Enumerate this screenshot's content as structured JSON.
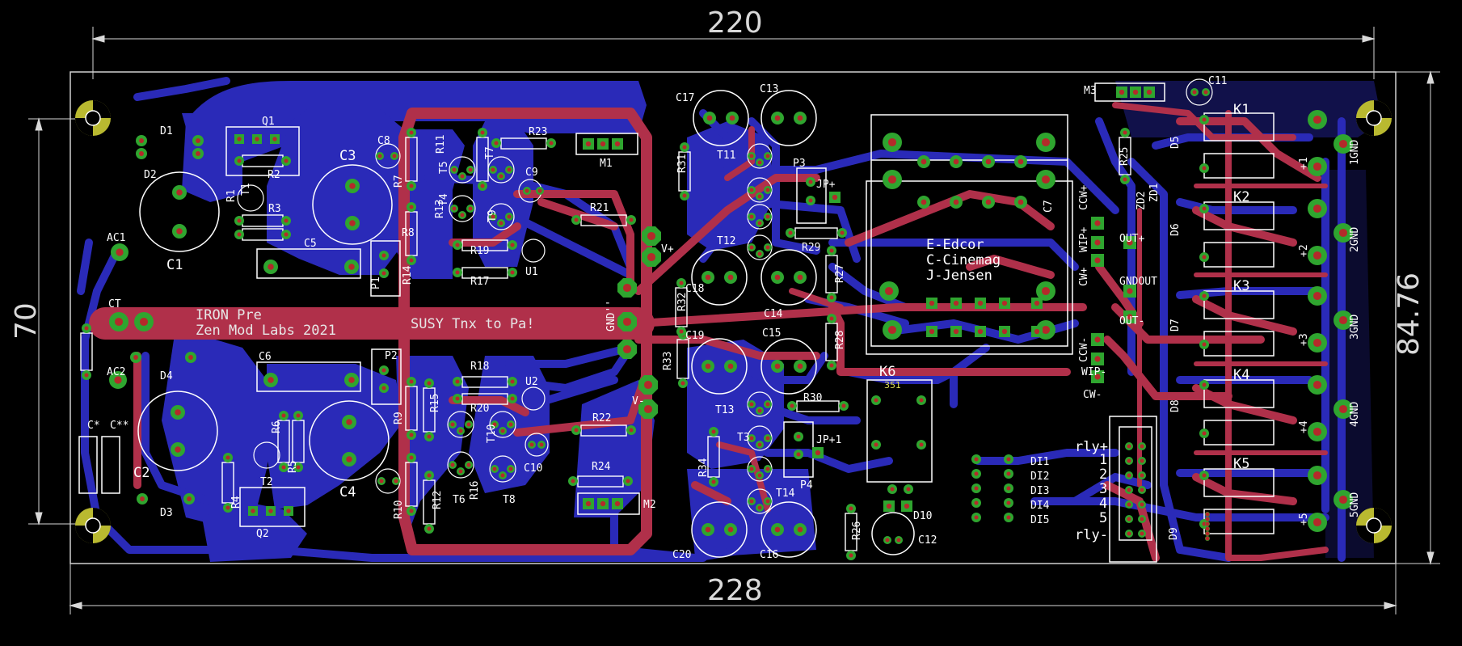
{
  "view": "EAGLE PCB board layout",
  "colors": {
    "background": "#000000",
    "bottom_copper": "#2a2ab8",
    "top_copper": "#b0304a",
    "pad": "#2fa52f",
    "drill": "#b42a2a",
    "silkscreen": "#ffffff",
    "dimension": "#d9d9d9",
    "mounting_hole": "#b9b930"
  },
  "dimensions": {
    "top": "220",
    "bottom": "228",
    "left": "70",
    "right": "84.76"
  },
  "board_text": {
    "title": "IRON Pre",
    "maker": "Zen Mod Labs 2021",
    "thanks": "SUSY Tnx to Pa!",
    "transformers": [
      "E-Edcor",
      "C-Cinemag",
      "J-Jensen"
    ],
    "k6_mark": "351"
  },
  "parts": {
    "capacitors": [
      "C1",
      "C2",
      "C3",
      "C4",
      "C5",
      "C6",
      "C7",
      "C8",
      "C9",
      "C10",
      "C11",
      "C12",
      "C13",
      "C14",
      "C15",
      "C16",
      "C17",
      "C18",
      "C19",
      "C20",
      "C*",
      "C**"
    ],
    "resistors": [
      "R1",
      "R2",
      "R3",
      "R4",
      "R5",
      "R6",
      "R7",
      "R8",
      "R9",
      "R10",
      "R11",
      "R12",
      "R13",
      "R14",
      "R15",
      "R16",
      "R17",
      "R18",
      "R19",
      "R20",
      "R21",
      "R22",
      "R23",
      "R24",
      "R25",
      "R26",
      "R27",
      "R28",
      "R29",
      "R30",
      "R31",
      "R32",
      "R33",
      "R34"
    ],
    "diodes": [
      "D1",
      "D2",
      "D3",
      "D4",
      "D5",
      "D6",
      "D7",
      "D8",
      "D9",
      "D10",
      "DI1",
      "DI2",
      "DI3",
      "DI4",
      "DI5"
    ],
    "relays": [
      "K1",
      "K2",
      "K3",
      "K4",
      "K5",
      "K6"
    ],
    "transistors": [
      "T1",
      "T2",
      "T3",
      "T4",
      "T5",
      "T6",
      "T7",
      "T8",
      "T9",
      "T10",
      "T11",
      "T12",
      "T13",
      "T14"
    ],
    "misc": [
      "Q1",
      "Q2",
      "M1",
      "M2",
      "M3",
      "P1",
      "P2",
      "P3",
      "P4",
      "U1",
      "U2",
      "ZD1",
      "ZD2",
      "JP+",
      "JP+1",
      "AC1",
      "AC2",
      "CT"
    ],
    "pads": [
      "GND''",
      "V+",
      "V-",
      "CCW+",
      "WIP+",
      "CW+",
      "CCW-",
      "WIP-",
      "CW-",
      "OUT+",
      "GNDOUT",
      "OUT-",
      "rly+",
      "rly-",
      "1",
      "2",
      "3",
      "4",
      "5",
      "1GND",
      "2GND",
      "3GND",
      "4GND",
      "5GND",
      "+1",
      "+2",
      "+3",
      "+4",
      "+5"
    ]
  }
}
